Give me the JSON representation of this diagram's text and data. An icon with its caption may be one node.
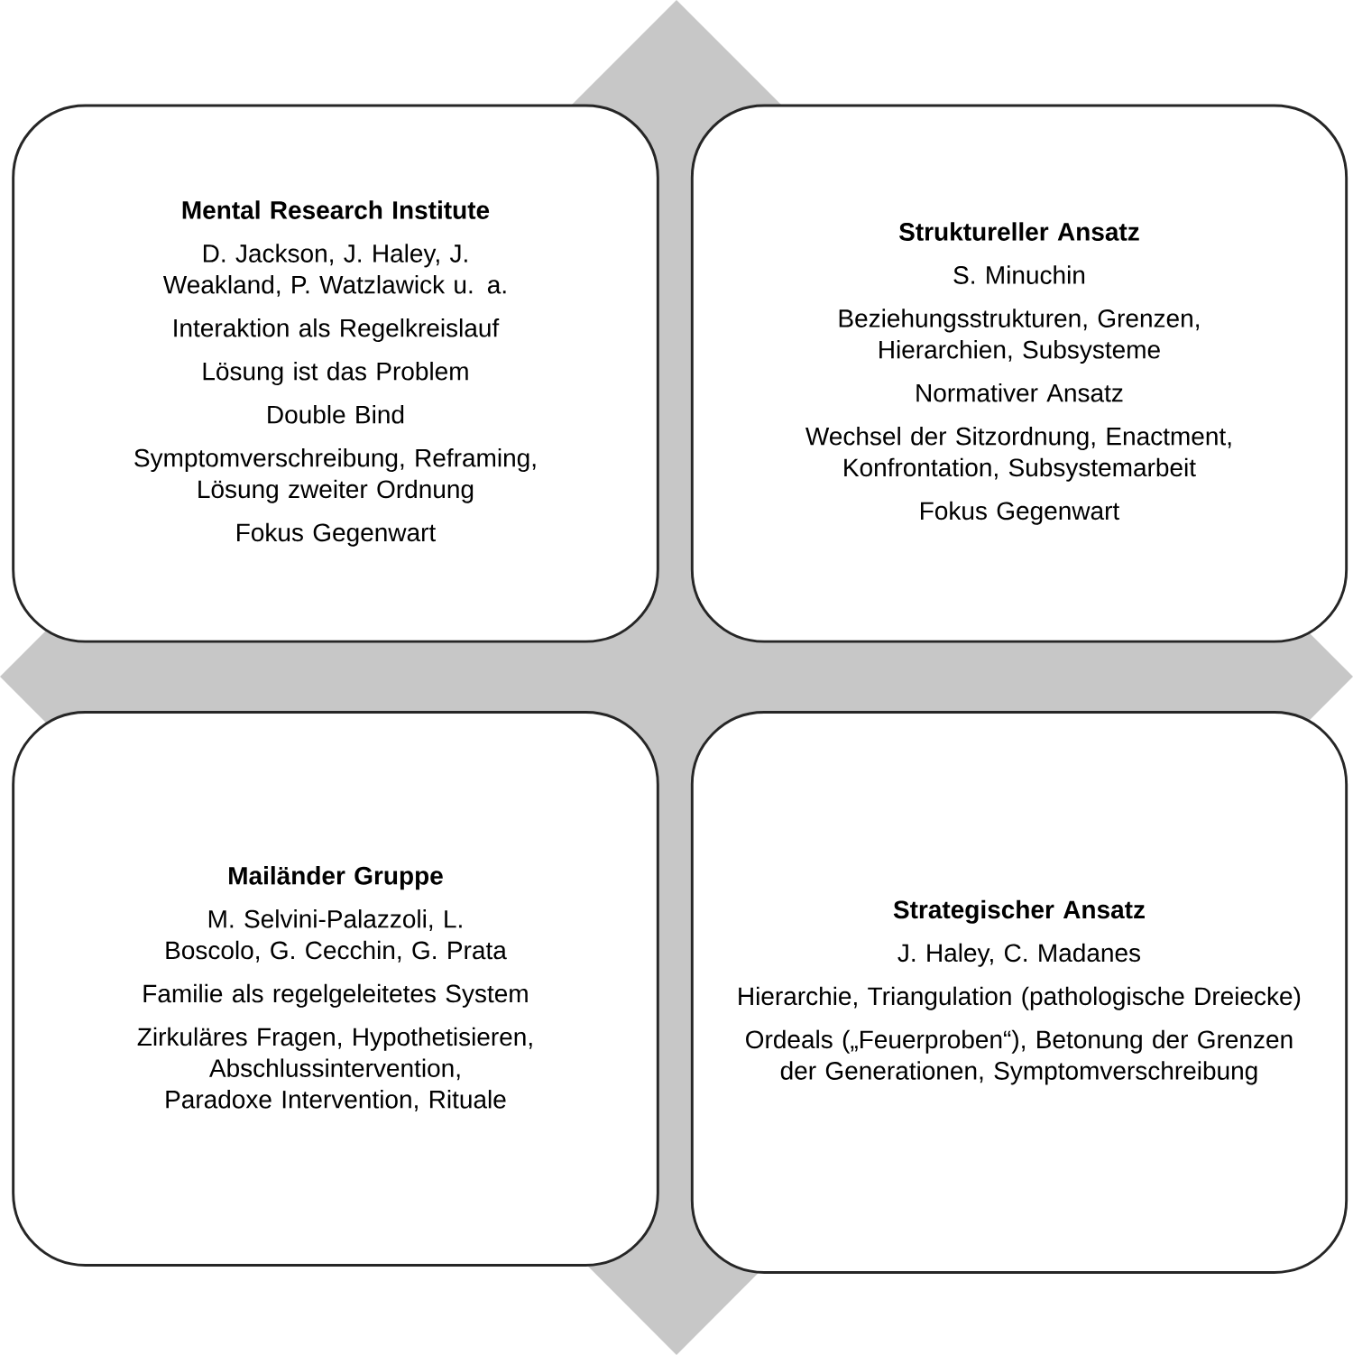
{
  "diagram": {
    "nodes": [
      {
        "text": [
          "Mental Research Institute",
          "D. Jackson, J. Haley, J. Weakland, P. Watzlawick u. a.",
          "Interaktion als Regelkreislauf",
          "Lösung ist das Problem",
          "Double Bind",
          "Symptomverschreibung, Reframing, Lösung zweiter Ordnung",
          "Fokus Gegenwart"
        ]
      },
      {
        "text": [
          "Struktureller Ansatz",
          "S. Minuchin",
          "Beziehungsstrukturen, Grenzen, Hierarchien, Subsysteme",
          "Normativer Ansatz",
          "Wechsel der Sitzordnung, Enactment, Konfrontation, Subsystemarbeit",
          "Fokus Gegenwart"
        ]
      },
      {
        "text": [
          "Mailänder Gruppe",
          "M. Selvini-Palazzoli, L. Boscolo, G. Cecchin, G. Prata",
          "Familie als regelgeleitetes System",
          "Zirkuläres Fragen, Hypothetisieren, Abschlussintervention, Paradoxe Intervention, Rituale"
        ]
      },
      {
        "text": [
          "Strategischer Ansatz",
          "J. Haley, C. Madanes",
          "Hierarchie, Triangulation (pathologische Dreiecke)",
          "Ordeals („Feuerproben“), Betonung der Grenzen der Generationen, Symptomverschreibung"
        ]
      }
    ]
  }
}
